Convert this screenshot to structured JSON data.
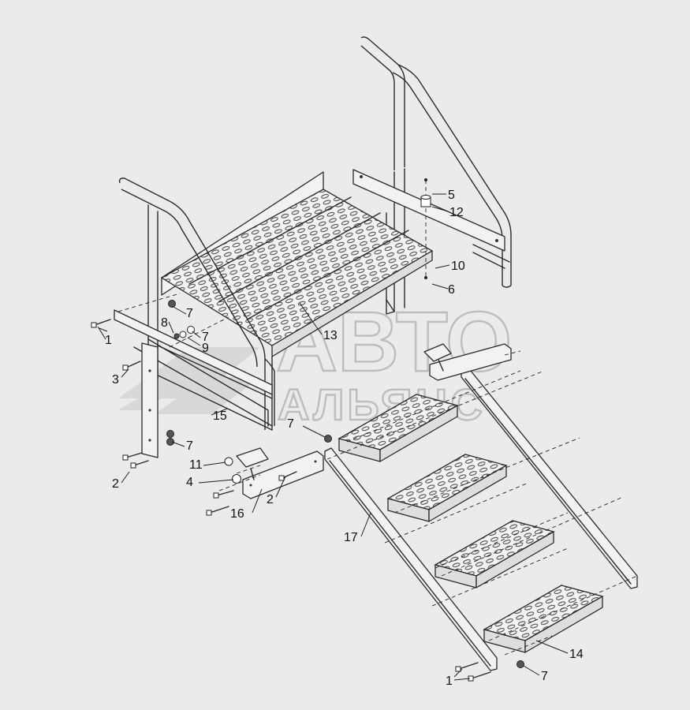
{
  "watermark": {
    "line1": "АВТО",
    "line2": "АЛЬЯНС"
  },
  "callouts": {
    "c1a": "1",
    "c1b": "1",
    "c2a": "2",
    "c2b": "2",
    "c3": "3",
    "c4": "4",
    "c5": "5",
    "c6": "6",
    "c7a": "7",
    "c7b": "7",
    "c7c": "7",
    "c7d": "7",
    "c7e": "7",
    "c8": "8",
    "c9": "9",
    "c10": "10",
    "c11": "11",
    "c12": "12",
    "c13": "13",
    "c14": "14",
    "c15": "15",
    "c16": "16",
    "c17": "17"
  },
  "colors": {
    "background": "#ebebeb",
    "line": "#2a2a2a",
    "watermark": "#bdbdbd"
  }
}
